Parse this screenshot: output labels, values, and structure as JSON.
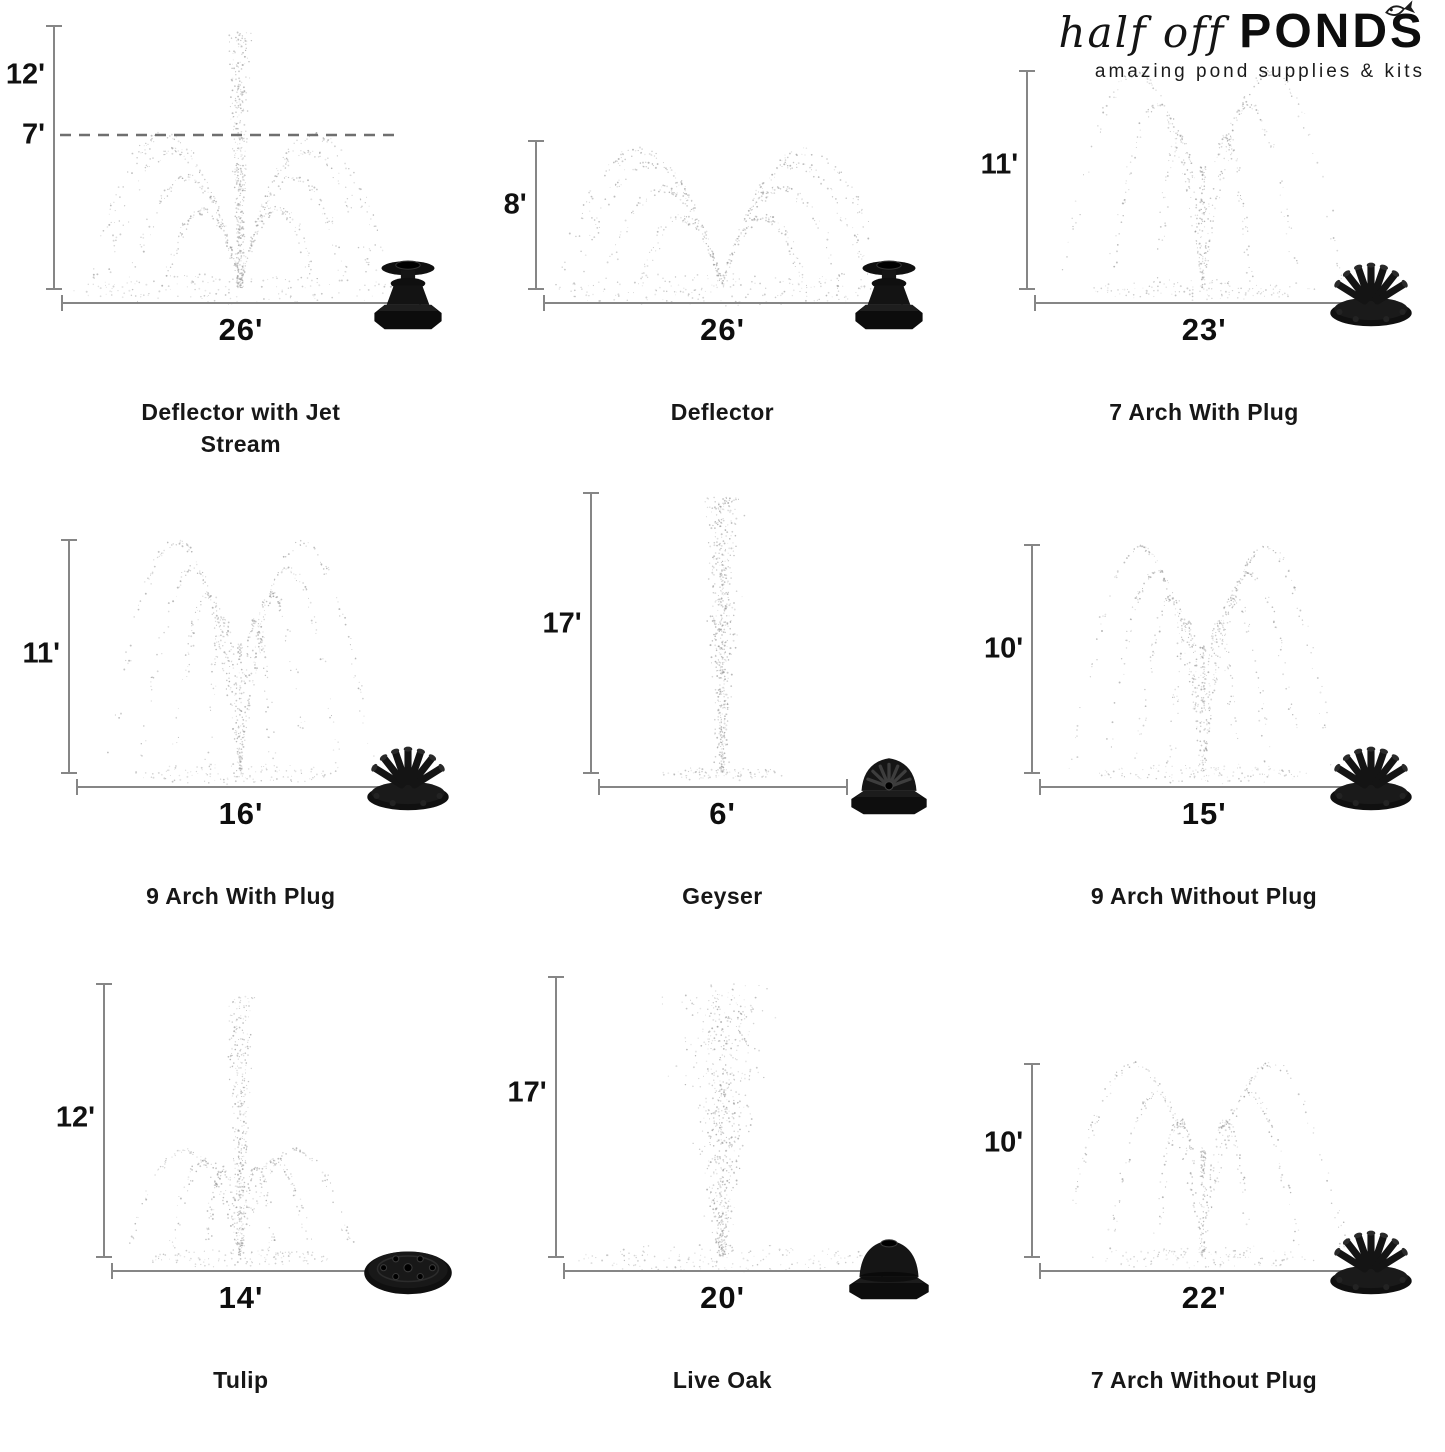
{
  "logo": {
    "part1": "half off",
    "part2": "PONDS",
    "tagline": "amazing pond supplies & kits",
    "fish_icon": "fish-icon"
  },
  "colors": {
    "background": "#ffffff",
    "spray": "#979797",
    "dimension_line": "#868686",
    "text": "#161616",
    "nozzle": "#121212"
  },
  "fountains": [
    {
      "name": "Deflector with Jet Stream",
      "height": "12'",
      "secondary_height": "7'",
      "width": "26'",
      "spray": "deflector-jet-spray",
      "nozzle": "deflector-nozzle"
    },
    {
      "name": "Deflector",
      "height": "8'",
      "width": "26'",
      "spray": "deflector-spray",
      "nozzle": "deflector-nozzle"
    },
    {
      "name": "7 Arch With Plug",
      "height": "11'",
      "width": "23'",
      "spray": "7-arch-spray",
      "nozzle": "cluster-nozzle"
    },
    {
      "name": "9 Arch With Plug",
      "height": "11'",
      "width": "16'",
      "spray": "9-arch-spray",
      "nozzle": "cluster-nozzle"
    },
    {
      "name": "Geyser",
      "height": "17'",
      "width": "6'",
      "spray": "geyser-spray",
      "nozzle": "dome-slot-nozzle"
    },
    {
      "name": "9 Arch Without Plug",
      "height": "10'",
      "width": "15'",
      "spray": "9-arch-spray",
      "nozzle": "cluster-nozzle"
    },
    {
      "name": "Tulip",
      "height": "12'",
      "width": "14'",
      "spray": "tulip-spray",
      "nozzle": "disc-nozzle"
    },
    {
      "name": "Live Oak",
      "height": "17'",
      "width": "20'",
      "spray": "live-oak-spray",
      "nozzle": "dome-nozzle"
    },
    {
      "name": "7 Arch Without Plug",
      "height": "10'",
      "width": "22'",
      "spray": "7-arch-spray",
      "nozzle": "cluster-nozzle"
    }
  ]
}
